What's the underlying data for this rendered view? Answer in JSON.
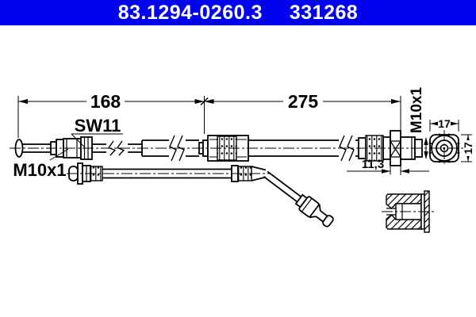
{
  "header": {
    "part_number": "83.1294-0260.3",
    "catalog_number": "331268",
    "bar_color": "#0202ee",
    "text_color": "#ffffff"
  },
  "drawing": {
    "line_color": "#000000",
    "background": "#ffffff",
    "dimensions": {
      "length_left": "168",
      "length_right": "275",
      "bracket_offset": "11,3",
      "flange_width": "17",
      "flange_height": "17"
    },
    "labels": {
      "wrench_size": "SW11",
      "thread_left": "M10x1",
      "thread_right": "M10x1"
    }
  }
}
